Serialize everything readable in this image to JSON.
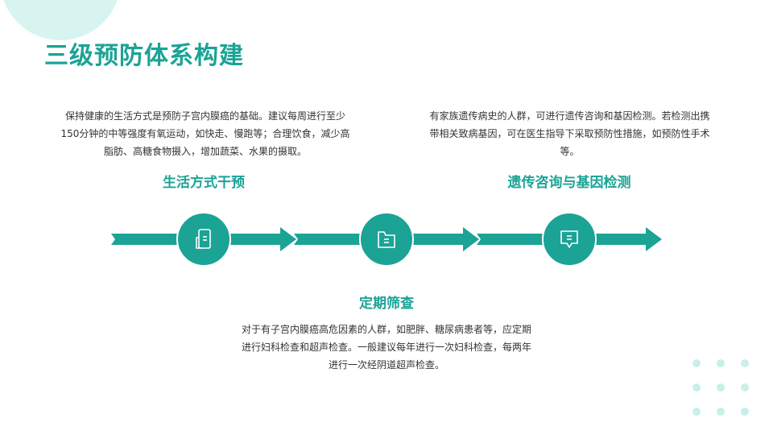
{
  "title": "三级预防体系构建",
  "steps": [
    {
      "heading": "生活方式干预",
      "text": "保持健康的生活方式是预防子宫内膜癌的基础。建议每周进行至少150分钟的中等强度有氧运动，如快走、慢跑等；合理饮食，减少高脂肪、高糖食物摄入，增加蔬菜、水果的摄取。",
      "icon": "document-icon"
    },
    {
      "heading": "定期筛查",
      "text": "对于有子宫内膜癌高危因素的人群，如肥胖、糖尿病患者等，应定期进行妇科检查和超声检查。一般建议每年进行一次妇科检查，每两年进行一次经阴道超声检查。",
      "icon": "folder-icon"
    },
    {
      "heading": "遗传咨询与基因检测",
      "text": "有家族遗传病史的人群，可进行遗传咨询和基因检测。若检测出携带相关致病基因，可在医生指导下采取预防性措施，如预防性手术等。",
      "icon": "chat-icon"
    }
  ],
  "colors": {
    "accent": "#1ba396",
    "light": "#d8f4f0"
  }
}
